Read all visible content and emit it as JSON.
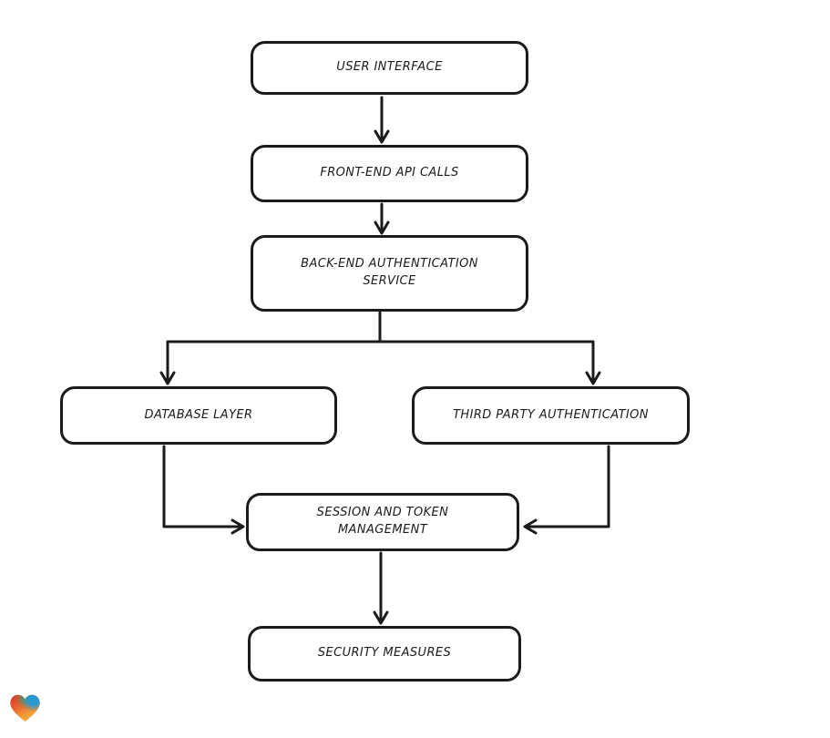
{
  "diagram": {
    "type": "flowchart",
    "nodes": [
      {
        "id": "user-interface",
        "label": "USER INTERFACE"
      },
      {
        "id": "front-end-api-calls",
        "label": "FRONT-END API CALLS"
      },
      {
        "id": "back-end-authentication-service",
        "label": "BACK-END AUTHENTICATION SERVICE"
      },
      {
        "id": "database-layer",
        "label": "DATABASE LAYER"
      },
      {
        "id": "third-party-authentication",
        "label": "THIRD PARTY AUTHENTICATION"
      },
      {
        "id": "session-and-token-management",
        "label": "SESSION AND TOKEN MANAGEMENT"
      },
      {
        "id": "security-measures",
        "label": "SECURITY MEASURES"
      }
    ],
    "edges": [
      {
        "from": "user-interface",
        "to": "front-end-api-calls"
      },
      {
        "from": "front-end-api-calls",
        "to": "back-end-authentication-service"
      },
      {
        "from": "back-end-authentication-service",
        "to": "database-layer"
      },
      {
        "from": "back-end-authentication-service",
        "to": "third-party-authentication"
      },
      {
        "from": "database-layer",
        "to": "session-and-token-management"
      },
      {
        "from": "third-party-authentication",
        "to": "session-and-token-management"
      },
      {
        "from": "session-and-token-management",
        "to": "security-measures"
      }
    ],
    "colors": {
      "background": "#ffffff",
      "stroke": "#1b1b1b",
      "node_fill": "#ffffff",
      "text": "#1b1b1b"
    }
  },
  "logo": {
    "icon": "heart-gradient-logo",
    "colors": {
      "red": "#e0342b",
      "green": "#3fa45f",
      "blue": "#2499d4",
      "orange": "#f29b36",
      "amber": "#f7ab3d"
    }
  }
}
